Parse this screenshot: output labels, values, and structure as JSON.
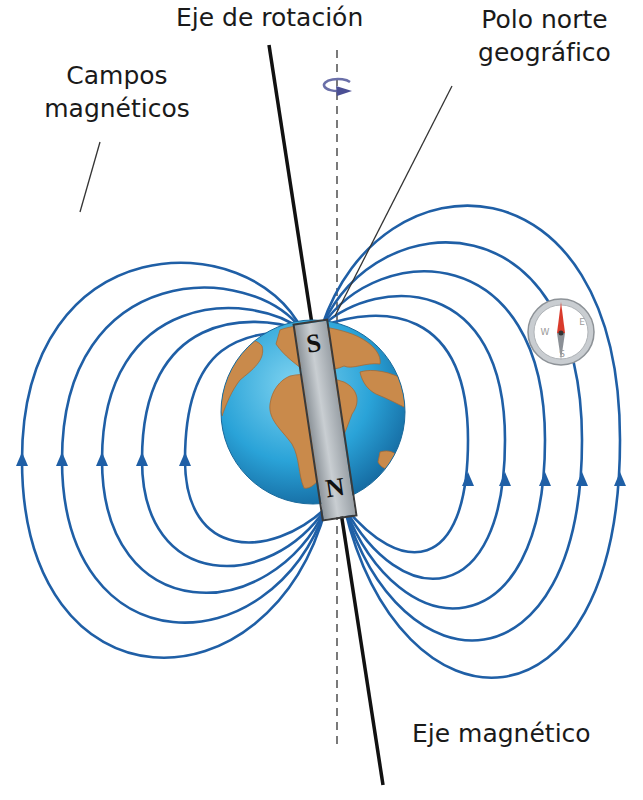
{
  "diagram": {
    "nodes": [
      {
        "text": [
          "S",
          "N"
        ]
      }
    ],
    "labels": [
      "Eje de rotación",
      "Polo norte geográfico",
      "Campos magnéticos",
      "Eje magnético",
      "W",
      "E",
      "S"
    ]
  }
}
